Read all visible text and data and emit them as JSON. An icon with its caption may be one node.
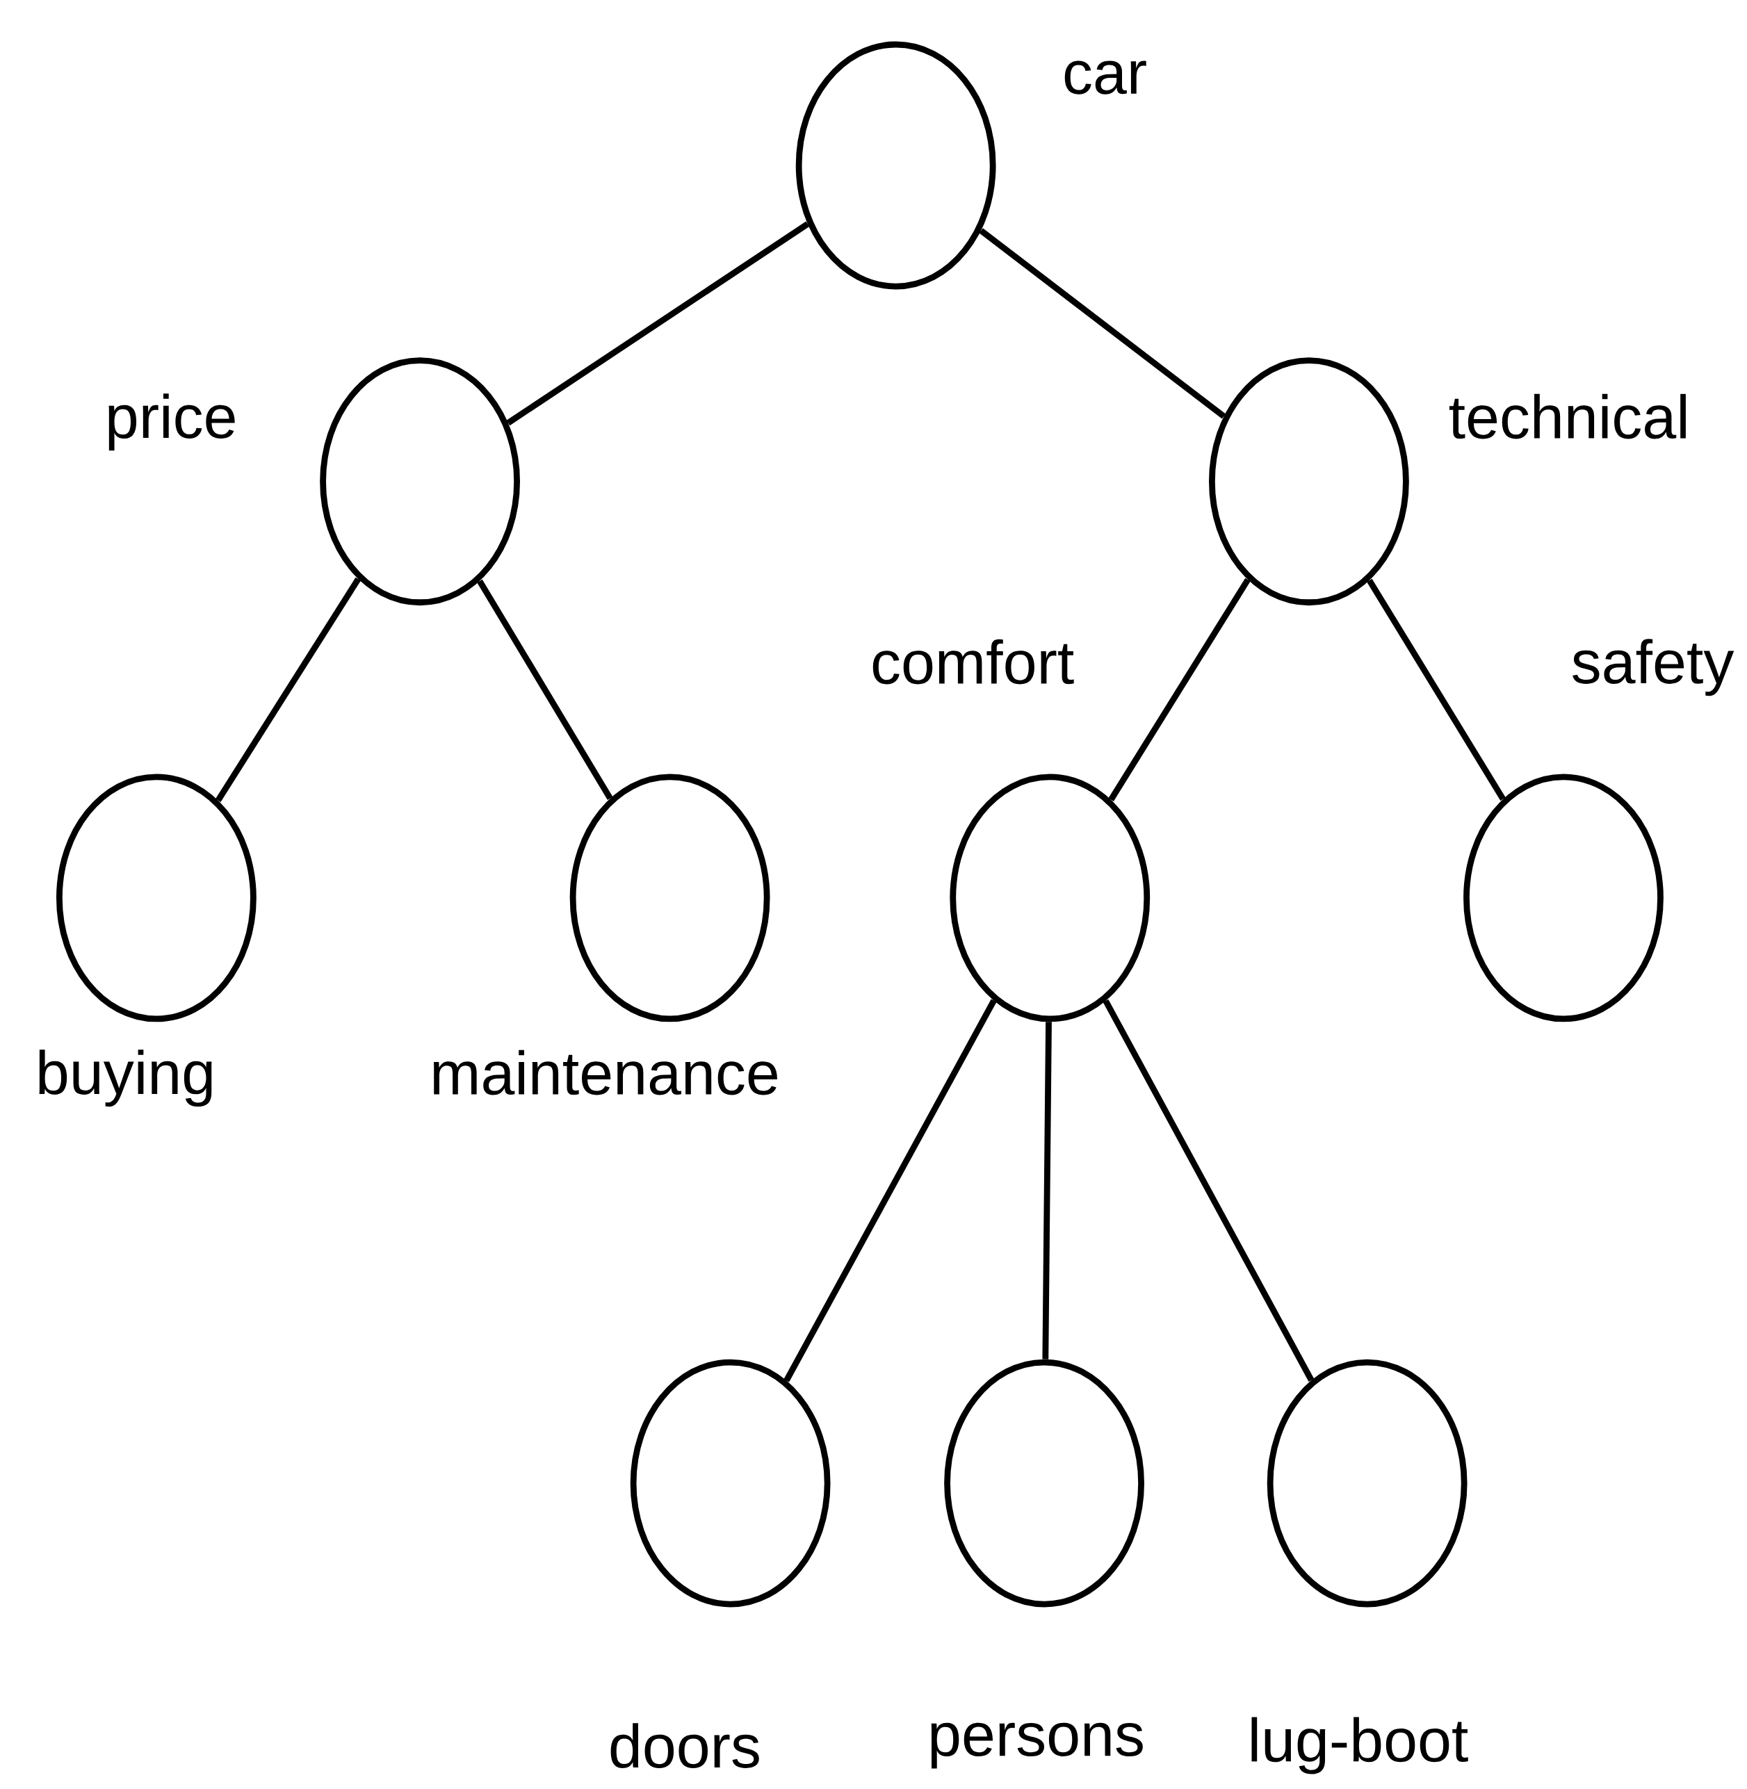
{
  "diagram": {
    "nodes": [
      {
        "text": [
          "car"
        ]
      },
      {
        "text": [
          "price"
        ]
      },
      {
        "text": [
          "technical"
        ]
      },
      {
        "text": [
          "buying"
        ]
      },
      {
        "text": [
          "maintenance"
        ]
      },
      {
        "text": [
          "comfort"
        ]
      },
      {
        "text": [
          "safety"
        ]
      },
      {
        "text": [
          "doors"
        ]
      },
      {
        "text": [
          "persons"
        ]
      },
      {
        "text": [
          "lug-boot"
        ]
      }
    ],
    "edges": [
      {
        "from": 0,
        "to": 1,
        "arrow": "none"
      },
      {
        "from": 0,
        "to": 2,
        "arrow": "none"
      },
      {
        "from": 1,
        "to": 3,
        "arrow": "none"
      },
      {
        "from": 1,
        "to": 4,
        "arrow": "none"
      },
      {
        "from": 2,
        "to": 5,
        "arrow": "none"
      },
      {
        "from": 2,
        "to": 6,
        "arrow": "none"
      },
      {
        "from": 5,
        "to": 7,
        "arrow": "none"
      },
      {
        "from": 5,
        "to": 8,
        "arrow": "none"
      },
      {
        "from": 5,
        "to": 9,
        "arrow": "none"
      }
    ]
  }
}
